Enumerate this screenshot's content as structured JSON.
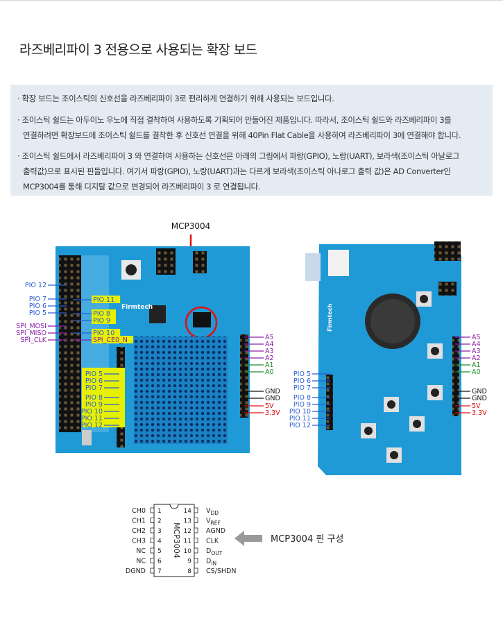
{
  "title": "라즈베리파이 3 전용으로 사용되는 확장 보드",
  "info": {
    "b1": "· 확장 보드는 조이스틱의 신호선을 라즈베리파이 3로 편리하게 연결하기 위해 사용되는 보드입니다.",
    "b2_l1": "· 조이스틱 쉴드는 아두이노 우노에 직접 결착하여 사용하도록 기획되어 만들어진 제품입니다. 따라서, 조이스틱 쉴드와 라즈베리파이 3를",
    "b2_l2": "연결하려면 확장보드에 조이스틱 쉴드를 결착한 후 신호선 연결을 위해 40Pin Flat Cable을 사용하여 라즈베리파이 3에 연결해야 합니다.",
    "b3_l1": "· 조이스틱 쉴드에서 라즈베리파이 3 와 연결하여 사용하는 신호선은 아래의 그림에서 파랑(GPIO), 노랑(UART), 보라색(조이스틱 아날로그",
    "b3_l2": "출력값)으로 표시된 핀들입니다.  여기서 파랑(GPIO), 노랑(UART)과는 다르게 보라색(조이스틱 아나로그 출력 값)은 AD Converter인",
    "b3_l3": "MCP3004를 통해 디지탈 값으로 변경되어 라즈베리파이 3 로 연결됩니다."
  },
  "callout": "MCP3004",
  "left_board": {
    "brand": "Firmtech",
    "left_labels": [
      "PIO 12",
      "PIO 7",
      "PIO 6",
      "PIO 5",
      "SPI_MOSI",
      "SPI_MISO",
      "SPI_CLK"
    ],
    "yellow_labels": [
      "PIO 11",
      "PIO 8",
      "PIO 9",
      "PIO 10",
      "SPI_CE0_N"
    ],
    "lower_labels": [
      "PIO 5",
      "PIO 6",
      "PIO 7",
      "PIO 8",
      "PIO 9",
      "PIO 10",
      "PIO 11",
      "PIO 12"
    ],
    "right_labels": [
      "A5",
      "A4",
      "A3",
      "A2",
      "A1",
      "A0",
      "GND",
      "GND",
      "5V",
      "3.3V"
    ]
  },
  "right_board": {
    "brand": "Firmtech",
    "left_labels": [
      "PIO 5",
      "PIO 6",
      "PIO 7",
      "PIO 8",
      "PIO 9",
      "PIO 10",
      "PIO 11",
      "PIO 12"
    ],
    "right_labels": [
      "A5",
      "A4",
      "A3",
      "A2",
      "A1",
      "A0",
      "GND",
      "GND",
      "5V",
      "3.3V"
    ]
  },
  "colors": {
    "gpio": "#2a5cd6",
    "analog": "#8a1ea8",
    "a_green": "#1a8a2a",
    "power": "#e01010",
    "ground": "#111111",
    "board": "#1f9ad6",
    "yellow": "#e6f000"
  },
  "chip": {
    "name": "MCP3004",
    "left_pins": [
      "CH0",
      "CH1",
      "CH2",
      "CH3",
      "NC",
      "NC",
      "DGND"
    ],
    "left_nums": [
      "1",
      "2",
      "3",
      "4",
      "5",
      "6",
      "7"
    ],
    "right_nums": [
      "14",
      "13",
      "12",
      "11",
      "10",
      "9",
      "8"
    ],
    "right_pins": [
      {
        "main": "V",
        "sub": "DD"
      },
      {
        "main": "V",
        "sub": "REF"
      },
      {
        "main": "AGND",
        "sub": ""
      },
      {
        "main": "CLK",
        "sub": ""
      },
      {
        "main": "D",
        "sub": "OUT"
      },
      {
        "main": "D",
        "sub": "IN"
      },
      {
        "main": "CS/SHDN",
        "sub": ""
      }
    ],
    "caption": "MCP3004 핀 구성"
  }
}
